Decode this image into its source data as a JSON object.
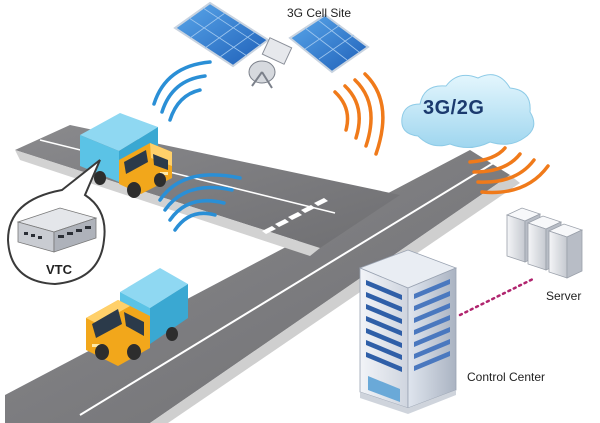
{
  "labels": {
    "cell_site": "3G Cell Site",
    "network": "3G/2G",
    "vtc": "VTC",
    "server": "Server",
    "control_center": "Control Center"
  },
  "colors": {
    "road": "#7d7d80",
    "road_edge": "#c9c9c9",
    "truck_cab": "#f2a71b",
    "truck_box": "#5bc3e6",
    "wave_blue": "#2a8fd6",
    "wave_orange": "#f07a1a",
    "cloud": "#bfe6f7",
    "building_window": "#2f5fa8",
    "link_dots": "#b0246e"
  }
}
